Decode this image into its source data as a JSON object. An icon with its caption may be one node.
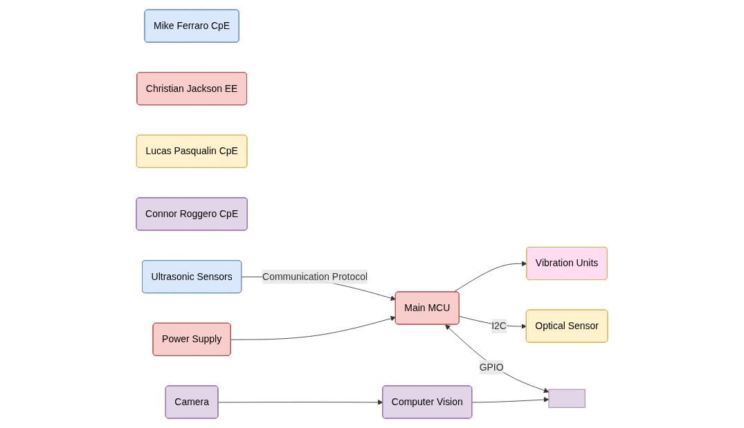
{
  "diagram": {
    "nodes": [
      {
        "text": [
          "Mike Ferraro CpE"
        ]
      },
      {
        "text": [
          "Christian Jackson EE"
        ]
      },
      {
        "text": [
          "Lucas Pasqualin CpE"
        ]
      },
      {
        "text": [
          "Connor Roggero CpE"
        ]
      },
      {
        "text": [
          "Ultrasonic Sensors"
        ]
      },
      {
        "text": [
          "Vibration Units"
        ]
      },
      {
        "text": [
          "Power Supply"
        ]
      },
      {
        "text": [
          "Main MCU"
        ]
      },
      {
        "text": [
          "Optical Sensor"
        ]
      },
      {
        "text": [],
        "shape": "box"
      },
      {
        "text": [
          "Camera"
        ]
      },
      {
        "text": [
          "Computer Vision"
        ]
      }
    ],
    "edges": [
      {
        "from": 4,
        "to": 7,
        "arrow": "to",
        "label": "Communication Protocol"
      },
      {
        "from": 6,
        "to": 7,
        "arrow": "to"
      },
      {
        "from": 7,
        "to": 5,
        "arrow": "to"
      },
      {
        "from": 7,
        "to": 8,
        "arrow": "to",
        "label": "I2C"
      },
      {
        "from": 7,
        "to": 9,
        "arrow": "both",
        "label": "GPIO"
      },
      {
        "from": 11,
        "to": 9,
        "arrow": "to"
      },
      {
        "from": 10,
        "to": 11,
        "arrow": "to"
      }
    ]
  }
}
